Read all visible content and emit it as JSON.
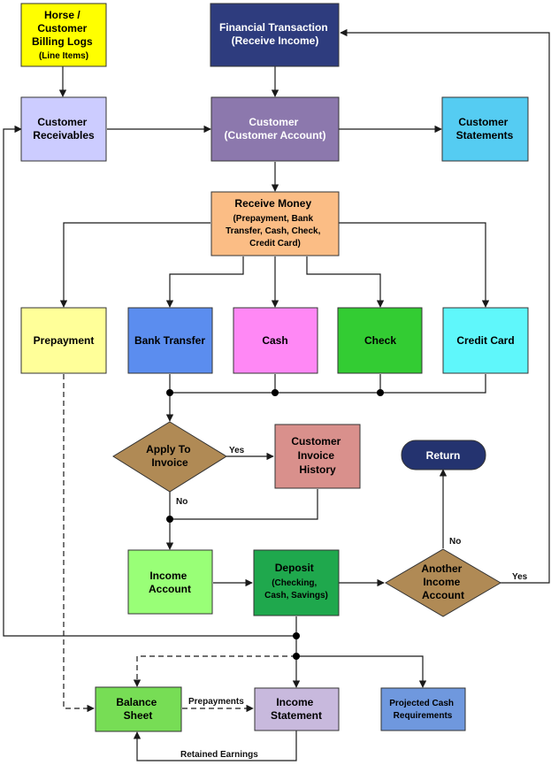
{
  "nodes": {
    "horse_logs": {
      "lines": [
        "Horse /",
        "Customer",
        "Billing Logs"
      ],
      "sub": "(Line Items)",
      "fill": "#ffff00",
      "text": "#000000"
    },
    "financial_transaction": {
      "lines": [
        "Financial Transaction",
        "(Receive Income)"
      ],
      "fill": "#2e3c7e",
      "text": "#ffffff"
    },
    "customer_receivables": {
      "lines": [
        "Customer",
        "Receivables"
      ],
      "fill": "#ccccff",
      "text": "#000000"
    },
    "customer_account": {
      "lines": [
        "Customer",
        "(Customer Account)"
      ],
      "fill": "#8c78ad",
      "text": "#ffffff"
    },
    "customer_statements": {
      "lines": [
        "Customer",
        "Statements"
      ],
      "fill": "#55ccf2",
      "text": "#000000"
    },
    "receive_money": {
      "lines": [
        "Receive Money"
      ],
      "sub_lines": [
        "(Prepayment, Bank",
        "Transfer, Cash, Check,",
        "Credit Card)"
      ],
      "fill": "#fbbd85",
      "text": "#000000"
    },
    "prepayment": {
      "lines": [
        "Prepayment"
      ],
      "fill": "#ffff99",
      "text": "#000000"
    },
    "bank_transfer": {
      "lines": [
        "Bank Transfer"
      ],
      "fill": "#5b8def",
      "text": "#000000"
    },
    "cash": {
      "lines": [
        "Cash"
      ],
      "fill": "#ff88f5",
      "text": "#000000"
    },
    "check": {
      "lines": [
        "Check"
      ],
      "fill": "#33cc33",
      "text": "#000000"
    },
    "credit_card": {
      "lines": [
        "Credit Card"
      ],
      "fill": "#5ff7fb",
      "text": "#000000"
    },
    "apply_to_invoice": {
      "lines": [
        "Apply To",
        "Invoice"
      ],
      "fill": "#b08a55",
      "text": "#000000"
    },
    "customer_invoice_history": {
      "lines": [
        "Customer",
        "Invoice",
        "History"
      ],
      "fill": "#d9908c",
      "text": "#000000"
    },
    "return": {
      "lines": [
        "Return"
      ],
      "fill": "#24336f",
      "text": "#ffffff"
    },
    "income_account": {
      "lines": [
        "Income",
        "Account"
      ],
      "fill": "#99ff77",
      "text": "#000000"
    },
    "deposit": {
      "lines": [
        "Deposit"
      ],
      "sub_lines": [
        "(Checking,",
        "Cash, Savings)"
      ],
      "fill": "#1fa84d",
      "text": "#000000"
    },
    "another_income_account": {
      "lines": [
        "Another",
        "Income",
        "Account"
      ],
      "fill": "#b08a55",
      "text": "#000000"
    },
    "balance_sheet": {
      "lines": [
        "Balance",
        "Sheet"
      ],
      "fill": "#77dd55",
      "text": "#000000"
    },
    "income_statement": {
      "lines": [
        "Income",
        "Statement"
      ],
      "fill": "#c8b9dd",
      "text": "#000000"
    },
    "projected_cash": {
      "lines": [
        "Projected Cash",
        "Requirements"
      ],
      "fill": "#6f98de",
      "text": "#000000"
    }
  },
  "edge_labels": {
    "yes_invoice": "Yes",
    "no_invoice": "No",
    "no_another": "No",
    "yes_another": "Yes",
    "prepayments": "Prepayments",
    "retained_earnings": "Retained Earnings"
  }
}
